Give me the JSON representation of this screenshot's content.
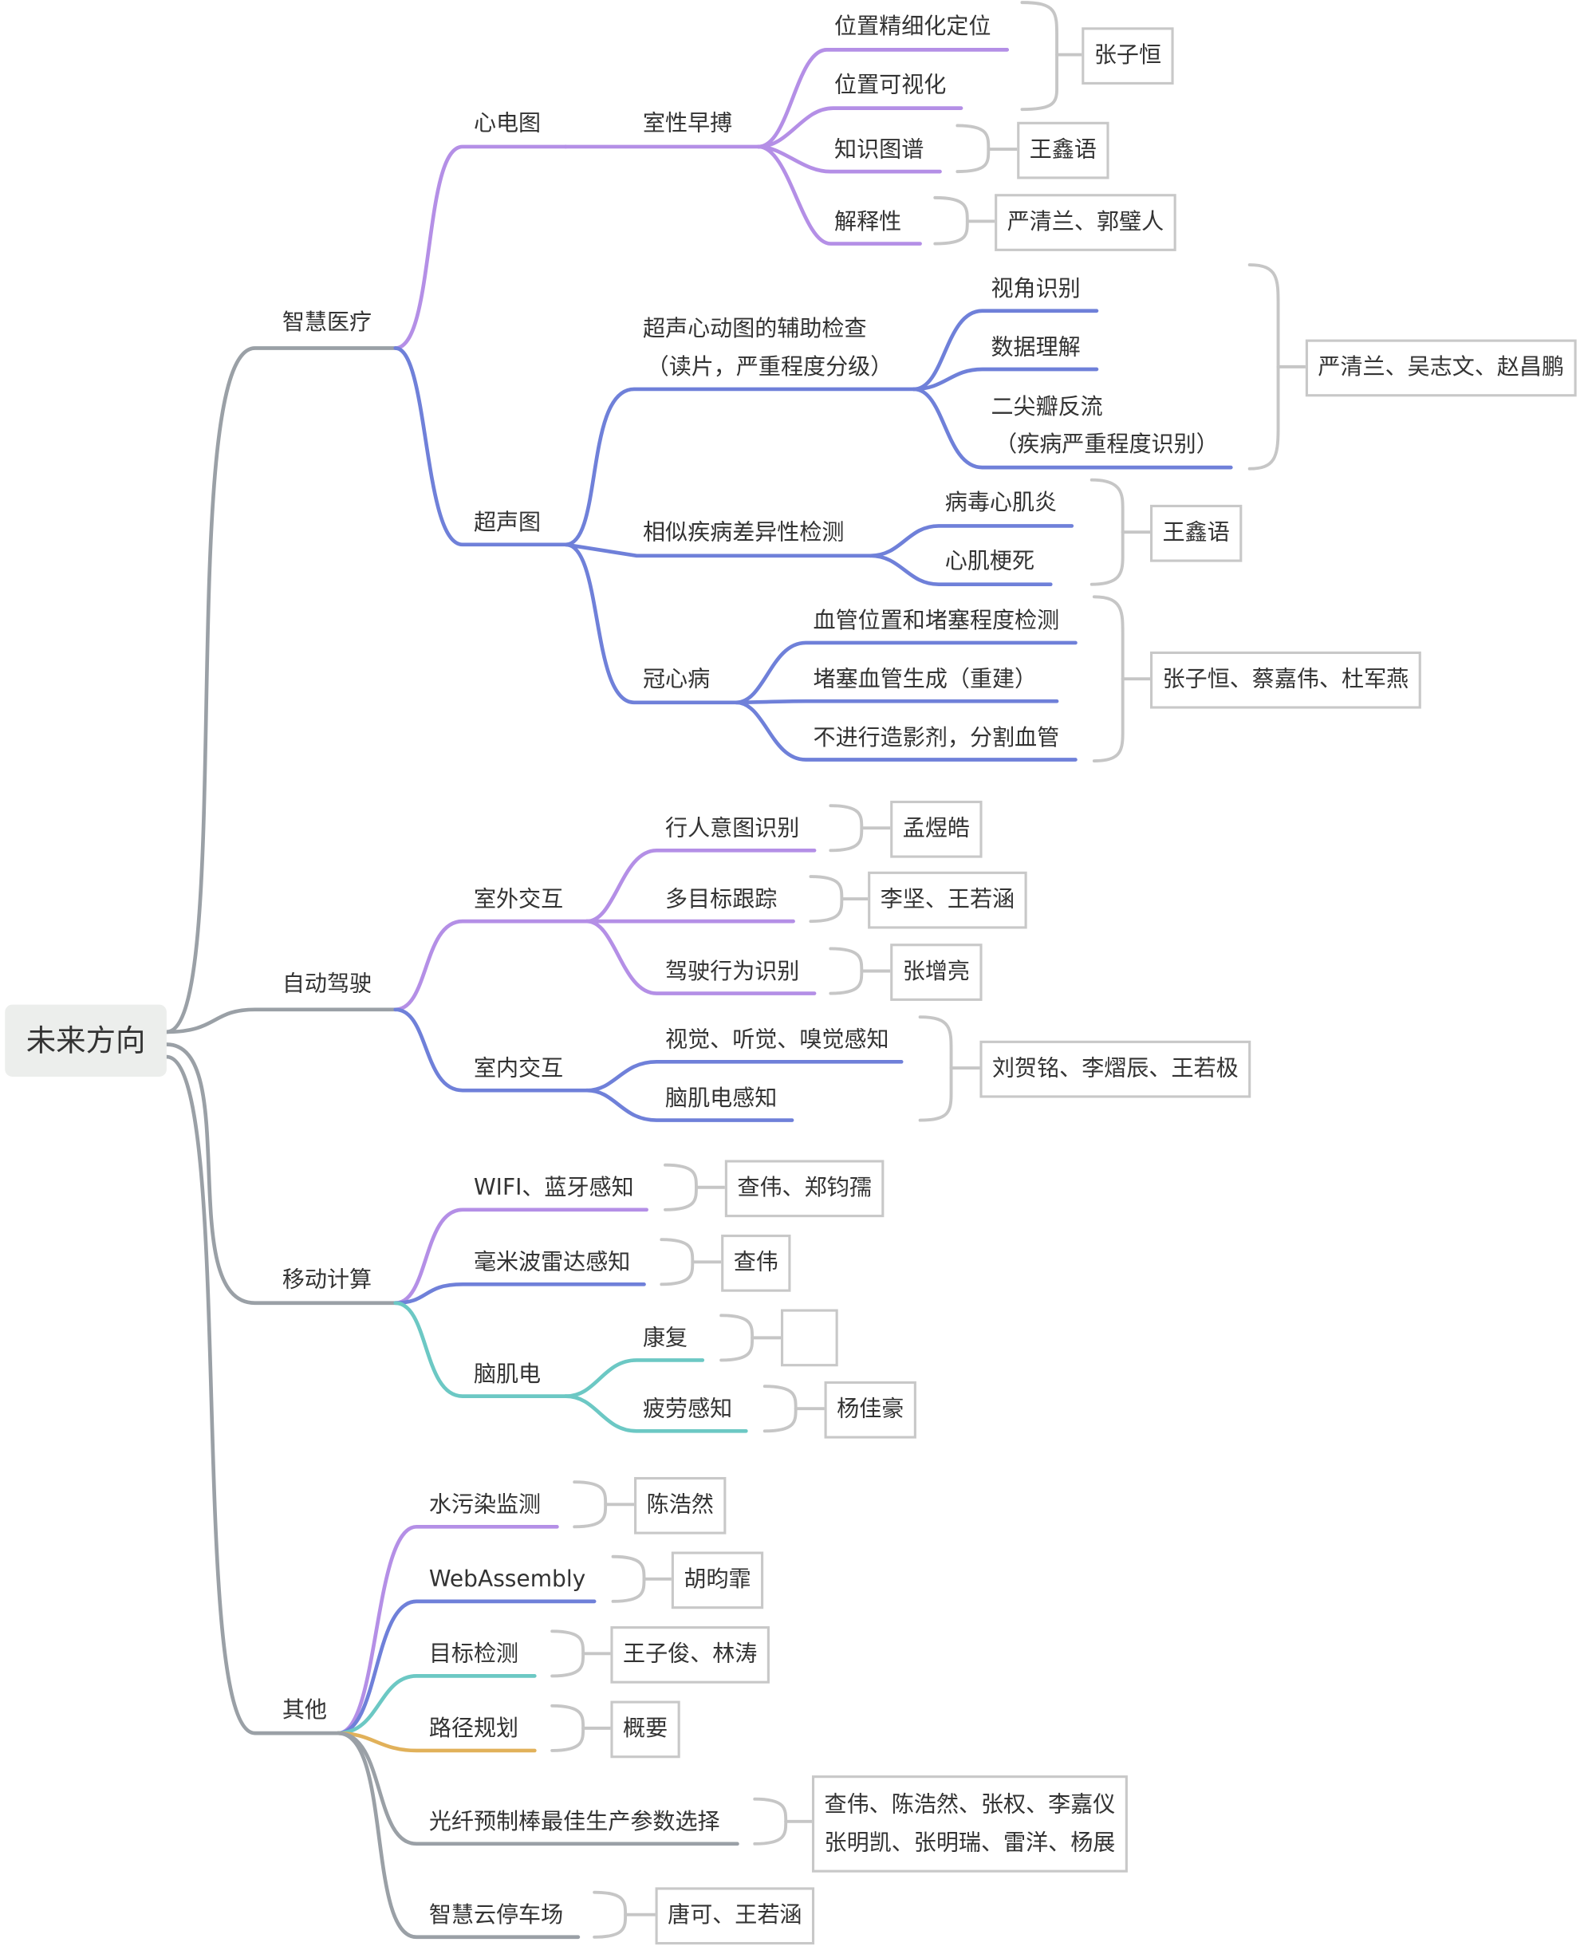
{
  "root": "未来方向",
  "branches": {
    "medical": "智慧医疗",
    "driving": "自动驾驶",
    "mobile": "移动计算",
    "other": "其他"
  },
  "medical": {
    "ecg": {
      "label": "心电图",
      "vpc": "室性早搏",
      "items": [
        "位置精细化定位",
        "位置可视化",
        "知识图谱",
        "解释性"
      ]
    },
    "ultra": {
      "label": "超声图",
      "echo_line1": "超声心动图的辅助检查",
      "echo_line2": "（读片，严重程度分级）",
      "echo_items": [
        "视角识别",
        "数据理解",
        "二尖瓣反流",
        "（疾病严重程度识别）"
      ],
      "diff": "相似疾病差异性检测",
      "diff_items": [
        "病毒心肌炎",
        "心肌梗死"
      ],
      "chd": "冠心病",
      "chd_items": [
        "血管位置和堵塞程度检测",
        "堵塞血管生成（重建）",
        "不进行造影剂，分割血管"
      ]
    }
  },
  "driving": {
    "outdoor": "室外交互",
    "outdoor_items": [
      "行人意图识别",
      "多目标跟踪",
      "驾驶行为识别"
    ],
    "indoor": "室内交互",
    "indoor_items": [
      "视觉、听觉、嗅觉感知",
      "脑肌电感知"
    ]
  },
  "mobile": {
    "items": [
      "WIFI、蓝牙感知",
      "毫米波雷达感知"
    ],
    "eeg": "脑肌电",
    "eeg_items": [
      "康复",
      "疲劳感知"
    ]
  },
  "other": {
    "items": [
      "水污染监测",
      "WebAssembly",
      "目标检测",
      "路径规划",
      "光纤预制棒最佳生产参数选择",
      "智慧云停车场"
    ]
  },
  "people": {
    "p1": "张子恒",
    "p2": "王鑫语",
    "p3": "严清兰、郭璧人",
    "p4": "严清兰、吴志文、赵昌鹏",
    "p5": "王鑫语",
    "p6": "张子恒、蔡嘉伟、杜军燕",
    "p7": "孟煜皓",
    "p8": "李坚、王若涵",
    "p9": "张增亮",
    "p10": "刘贺铭、李熠辰、王若极",
    "p11": "查伟、郑钧孺",
    "p12": "查伟",
    "p13": "",
    "p14": "杨佳豪",
    "p15": "陈浩然",
    "p16": "胡昀霏",
    "p17": "王子俊、林涛",
    "p18": "概要",
    "p19_line1": "查伟、陈浩然、张权、李嘉仪",
    "p19_line2": "张明凯、张明瑞、雷洋、杨展",
    "p20": "唐可、王若涵"
  },
  "colors": {
    "grey": "#9aa0a6",
    "purple": "#b48fe6",
    "blue": "#6f80d9",
    "teal": "#6cc8c4",
    "gold": "#e1b15a",
    "bracket": "#c6c6c6"
  }
}
